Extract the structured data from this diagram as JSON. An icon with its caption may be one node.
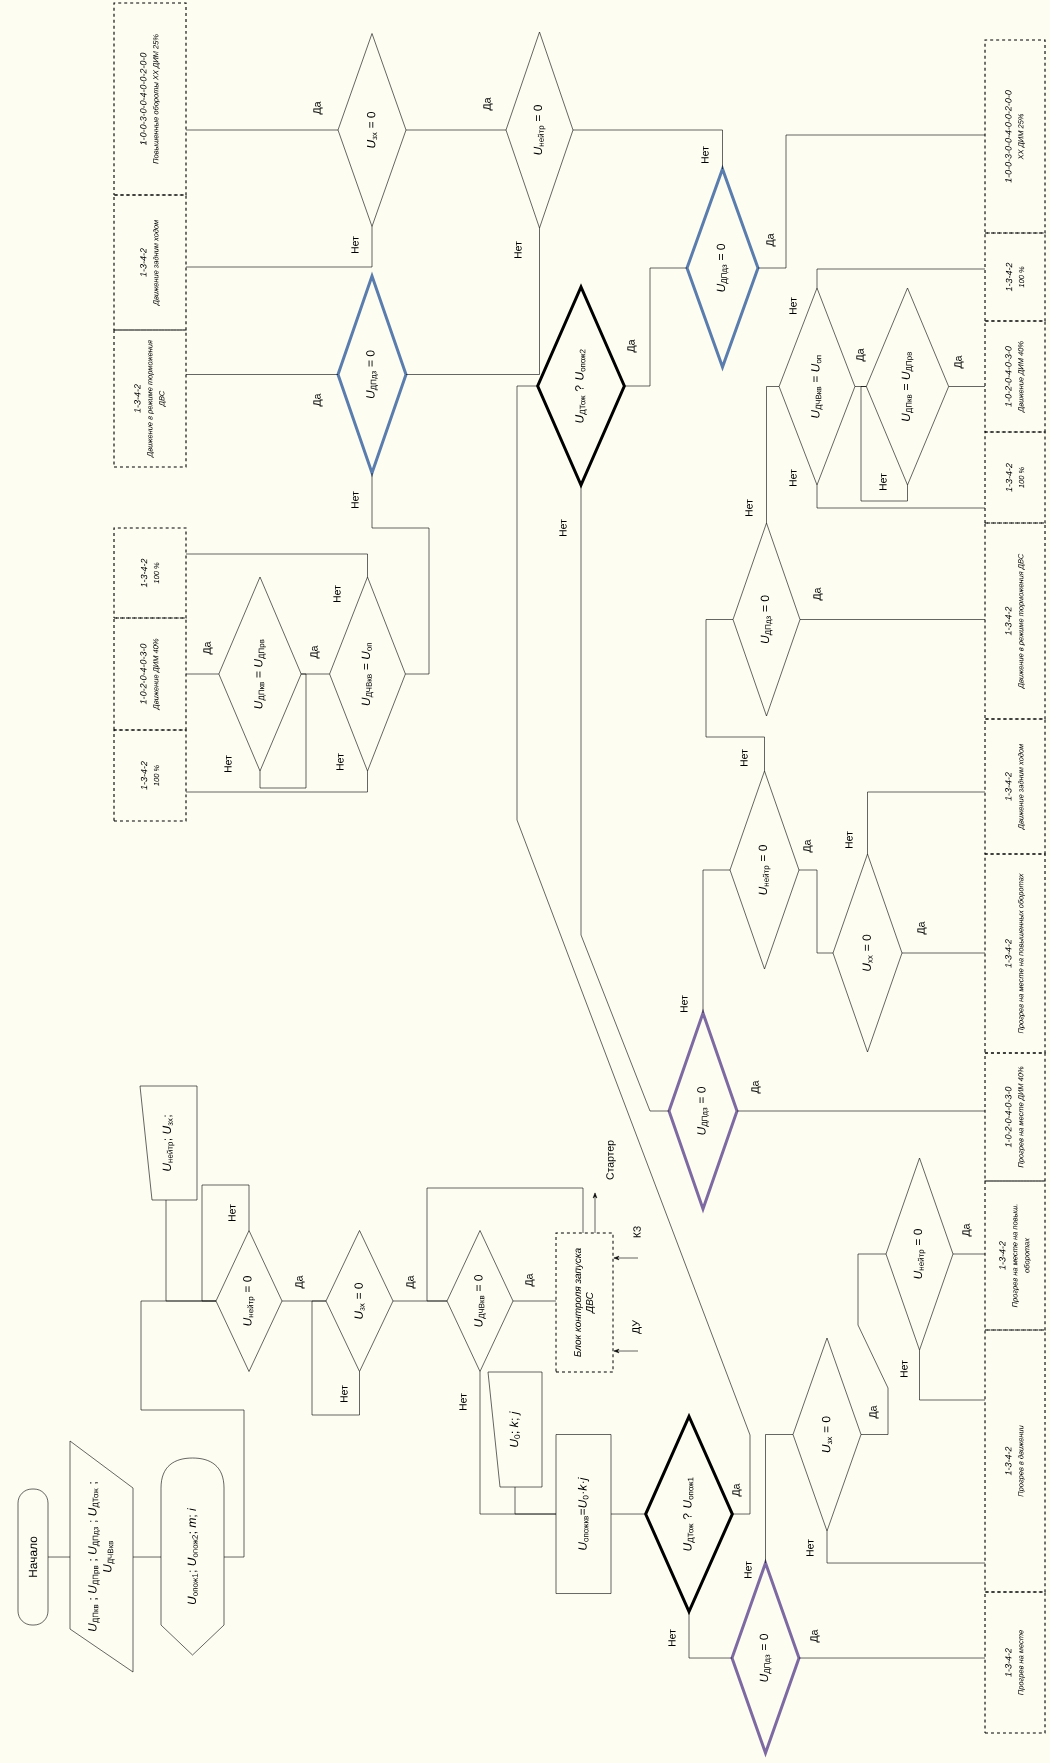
{
  "diagram": {
    "nodes": [
      {
        "text": [
          "Начало"
        ]
      },
      {
        "text": [
          "*U*$_{ДПкв}$ ; *U*$_{ДПрв}$ ; *U*$_{ДПдз}$ ; *U*$_{ДТож}$ ; *U*$_{ДЧВкв}$"
        ]
      },
      {
        "text": [
          "*U*$_{опож1}$; *U*$_{опож2}$; *m*; *i*"
        ]
      },
      {
        "text": [
          "*U*$_{нейтр}$ = 0"
        ]
      },
      {
        "text": [
          "*U*$_{нейтр}$; *U*$_{зх}$;"
        ]
      },
      {
        "text": [
          "*U*$_{зх}$ = 0"
        ]
      },
      {
        "text": [
          "*U*$_{ДЧВкв}$ = 0"
        ]
      },
      {
        "text": [
          "Блок контроля запуска ДВС"
        ]
      },
      {
        "text": [
          "*U*$_{0}$; *k*; *j*"
        ]
      },
      {
        "text": [
          "*U*$_{опожкв}$=*U*$_{0}$·*k*·*j*"
        ]
      },
      {
        "text": [
          "*U*$_{ДТож}$ ? *U*$_{опож1}$"
        ]
      },
      {
        "text": [
          "*U*$_{ДПдз}$ = 0"
        ]
      },
      {
        "text": [
          "*U*$_{зх}$ = 0"
        ]
      },
      {
        "text": [
          "*U*$_{нейтр}$ = 0"
        ]
      },
      {
        "text": [
          "*U*$_{ДТож}$ ? *U*$_{опож2}$"
        ]
      },
      {
        "text": [
          "*U*$_{ДПдз}$ = 0"
        ]
      },
      {
        "text": [
          "*U*$_{нейтр}$ = 0"
        ]
      },
      {
        "text": [
          "*U*$_{зх}$ = 0"
        ]
      },
      {
        "text": [
          "*U*$_{ДПдз}$ = 0"
        ]
      },
      {
        "text": [
          "*U*$_{ДЧВкв}$ = *U*$_{оп}$"
        ]
      },
      {
        "text": [
          "*U*$_{ДПкв}$ = *U*$_{ДПрв}$"
        ]
      },
      {
        "text": [
          "*U*$_{ДЧВкв}$ = *U*$_{оп}$"
        ]
      },
      {
        "text": [
          "*U*$_{ДПкв}$ = *U*$_{ДПрв}$"
        ]
      },
      {
        "text": [
          "*U*$_{ДПдз}$ = 0"
        ]
      },
      {
        "text": [
          "*U*$_{нейтр}$ = 0"
        ]
      },
      {
        "text": [
          "*U*$_{хх}$ = 0"
        ]
      },
      {
        "text": [
          "*U*$_{ДПдз}$ = 0"
        ]
      },
      {
        "text": [
          "1-0-0-3-0-0-4-0-0-2-0-0",
          "Повышенные обороты ХХ ДИМ 25%"
        ]
      },
      {
        "text": [
          "1-3-4-2",
          "Движение задним ходом"
        ]
      },
      {
        "text": [
          "1-3-4-2",
          "Движение в режиме торможения ДВС"
        ]
      },
      {
        "text": [
          "1-3-4-2",
          "100 %"
        ]
      },
      {
        "text": [
          "1-0-2-0-4-0-3-0",
          "Движение ДИМ 40%"
        ]
      },
      {
        "text": [
          "1-3-4-2",
          "100 %"
        ]
      },
      {
        "text": [
          "1-0-0-3-0-0-4-0-0-2-0-0",
          "ХХ ДИМ 25%"
        ]
      },
      {
        "text": [
          "1-3-4-2",
          "100 %"
        ]
      },
      {
        "text": [
          "1-0-2-0-4-0-3-0",
          "Движение ДИМ 40%"
        ]
      },
      {
        "text": [
          "1-3-4-2",
          "100 %"
        ]
      },
      {
        "text": [
          "1-3-4-2",
          "Движение в режиме торможения ДВС"
        ]
      },
      {
        "text": [
          "1-3-4-2",
          "Движение задним ходом"
        ]
      },
      {
        "text": [
          "1-3-4-2",
          "Прогрев на месте на повышенных оборотах"
        ]
      },
      {
        "text": [
          "1-0-2-0-4-0-3-0",
          "Прогрев на месте ДИМ 40%"
        ]
      },
      {
        "text": [
          "1-3-4-2",
          "Прогрев на месте на повыш. оборотах"
        ]
      },
      {
        "text": [
          "1-3-4-2",
          "Прогрев в движении"
        ]
      },
      {
        "text": [
          "1-3-4-2",
          "Прогрев на месте"
        ]
      }
    ],
    "edges": [
      {
        "from": 0,
        "to": 1,
        "arrow": "none"
      },
      {
        "from": 1,
        "to": 2,
        "arrow": "none"
      },
      {
        "from": 2,
        "to": 3,
        "arrow": "none"
      },
      {
        "from": 4,
        "to": 3,
        "arrow": "none"
      },
      {
        "from": 3,
        "to": 3,
        "arrow": "none",
        "label": "Нет"
      },
      {
        "from": 3,
        "to": 5,
        "arrow": "none",
        "label": "Да"
      },
      {
        "from": 5,
        "to": 5,
        "arrow": "none",
        "label": "Нет"
      },
      {
        "from": 5,
        "to": 6,
        "arrow": "none",
        "label": "Да"
      },
      {
        "from": 6,
        "to": 7,
        "arrow": "none",
        "label": "Да"
      },
      {
        "from": 7,
        "to": 6,
        "arrow": "none"
      },
      {
        "from": 6,
        "to": 9,
        "arrow": "none",
        "label": "Нет"
      },
      {
        "from": 8,
        "to": 9,
        "arrow": "none"
      },
      {
        "from": 9,
        "to": 10,
        "arrow": "none"
      },
      {
        "from": 10,
        "to": 14,
        "arrow": "none",
        "label": "Да"
      },
      {
        "from": 10,
        "to": 11,
        "arrow": "none",
        "label": "Нет"
      },
      {
        "from": 11,
        "to": 43,
        "arrow": "none",
        "label": "Да"
      },
      {
        "from": 11,
        "to": 12,
        "arrow": "none",
        "label": "Нет"
      },
      {
        "from": 12,
        "to": 13,
        "arrow": "none",
        "label": "Да"
      },
      {
        "from": 12,
        "to": 42,
        "arrow": "none",
        "label": "Нет"
      },
      {
        "from": 13,
        "to": 41,
        "arrow": "none",
        "label": "Да"
      },
      {
        "from": 13,
        "to": 42,
        "arrow": "none",
        "label": "Нет"
      },
      {
        "from": 14,
        "to": 15,
        "arrow": "none",
        "label": "Да"
      },
      {
        "from": 14,
        "to": 23,
        "arrow": "none",
        "label": "Нет"
      },
      {
        "from": 15,
        "to": 33,
        "arrow": "none",
        "label": "Да"
      },
      {
        "from": 15,
        "to": 16,
        "arrow": "none",
        "label": "Нет"
      },
      {
        "from": 16,
        "to": 17,
        "arrow": "none",
        "label": "Да"
      },
      {
        "from": 16,
        "to": 18,
        "arrow": "none",
        "label": "Нет"
      },
      {
        "from": 17,
        "to": 27,
        "arrow": "none",
        "label": "Да"
      },
      {
        "from": 17,
        "to": 28,
        "arrow": "none",
        "label": "Нет"
      },
      {
        "from": 18,
        "to": 29,
        "arrow": "none",
        "label": "Да"
      },
      {
        "from": 18,
        "to": 19,
        "arrow": "none",
        "label": "Нет"
      },
      {
        "from": 19,
        "to": 20,
        "arrow": "none",
        "label": "Да"
      },
      {
        "from": 19,
        "to": 30,
        "arrow": "none",
        "label": "Нет"
      },
      {
        "from": 19,
        "to": 32,
        "arrow": "none",
        "label": "Нет"
      },
      {
        "from": 20,
        "to": 31,
        "arrow": "none",
        "label": "Да"
      },
      {
        "from": 20,
        "to": 20,
        "arrow": "none",
        "label": "Нет"
      },
      {
        "from": 21,
        "to": 22,
        "arrow": "none",
        "label": "Да"
      },
      {
        "from": 21,
        "to": 34,
        "arrow": "none",
        "label": "Нет"
      },
      {
        "from": 21,
        "to": 36,
        "arrow": "none",
        "label": "Нет"
      },
      {
        "from": 22,
        "to": 35,
        "arrow": "none",
        "label": "Да"
      },
      {
        "from": 22,
        "to": 22,
        "arrow": "none",
        "label": "Нет"
      },
      {
        "from": 23,
        "to": 40,
        "arrow": "none",
        "label": "Да"
      },
      {
        "from": 23,
        "to": 24,
        "arrow": "none",
        "label": "Нет"
      },
      {
        "from": 24,
        "to": 25,
        "arrow": "none",
        "label": "Да"
      },
      {
        "from": 24,
        "to": 26,
        "arrow": "none",
        "label": "Нет"
      },
      {
        "from": 25,
        "to": 39,
        "arrow": "none",
        "label": "Да"
      },
      {
        "from": 25,
        "to": 38,
        "arrow": "none",
        "label": "Нет"
      },
      {
        "from": 26,
        "to": 37,
        "arrow": "none",
        "label": "Да"
      },
      {
        "from": 26,
        "to": 21,
        "arrow": "none",
        "label": "Нет"
      },
      {
        "from": 7,
        "to": null,
        "arrow": "to",
        "label": "Стартер"
      },
      {
        "from": null,
        "to": 7,
        "arrow": "to",
        "label": "КЗ"
      },
      {
        "from": null,
        "to": 7,
        "arrow": "to",
        "label": "ДУ"
      }
    ]
  }
}
